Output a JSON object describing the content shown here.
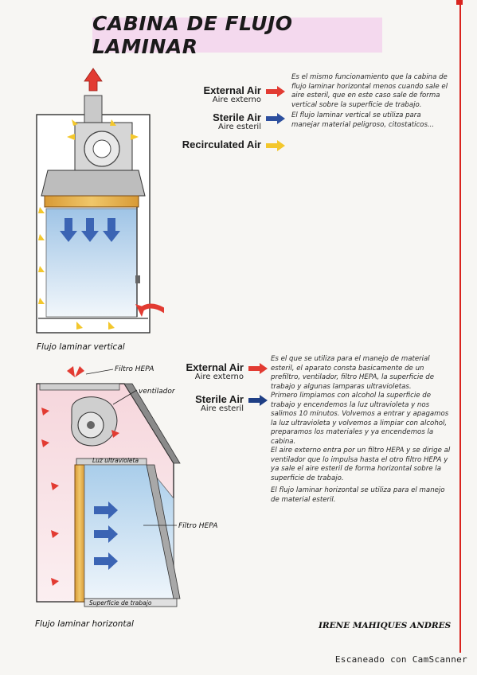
{
  "title": "CABINA DE FLUJO LAMINAR",
  "vertical": {
    "caption": "Flujo laminar vertical",
    "legend": [
      {
        "label": "External Air",
        "sublabel": "Aire externo",
        "color": "#e23b32",
        "arrow_icon": "red-arrow-icon"
      },
      {
        "label": "Sterile Air",
        "sublabel": "Aire esteril",
        "color": "#2d4f9e",
        "arrow_icon": "blue-arrow-icon"
      },
      {
        "label": "Recirculated Air",
        "sublabel": "",
        "color": "#f3c72c",
        "arrow_icon": "yellow-arrow-icon"
      }
    ],
    "notes": [
      "Es el mismo funcionamiento que la cabina de flujo laminar horizontal menos cuando sale el aire esteril, que en este caso sale de forma vertical sobre la superficie de trabajo.",
      "El flujo laminar vertical se utiliza para manejar material peligroso, citostaticos..."
    ]
  },
  "horizontal": {
    "caption": "Flujo laminar horizontal",
    "labels": {
      "filtro_hepa_top": "Filtro HEPA",
      "ventilador": "ventilador",
      "luz_ultravioleta": "Luz ultravioleta",
      "filtro_hepa_side": "Filtro HEPA",
      "superficie": "Superficie de trabajo"
    },
    "legend": [
      {
        "label": "External Air",
        "sublabel": "Aire externo",
        "color": "#e23b32",
        "arrow_icon": "red-arrow-icon"
      },
      {
        "label": "Sterile Air",
        "sublabel": "Aire esteril",
        "color": "#1f3f85",
        "arrow_icon": "blue-arrow-icon"
      }
    ],
    "notes": [
      "Es el que se utiliza para el manejo de material esteril, el aparato consta basicamente de un prefiltro, ventilador, filtro HEPA, la superficie de trabajo y algunas lamparas ultravioletas.",
      "Primero limpiamos con alcohol la superficie de trabajo y encendemos la luz ultravioleta y nos salimos 10 minutos. Volvemos a entrar y apagamos la luz ultravioleta y volvemos a limpiar con alcohol, preparamos los materiales y ya encendemos la cabina.",
      "El aire externo entra por un filtro HEPA y se dirige al ventilador que lo impulsa hasta el otro filtro HEPA y ya sale el aire esteril de forma horizontal sobre la superficie de trabajo.",
      "El flujo laminar horizontal se utiliza para el manejo de material esteril."
    ]
  },
  "author": "IRENE MAHIQUES ANDRES",
  "footer": "Escaneado con CamScanner"
}
